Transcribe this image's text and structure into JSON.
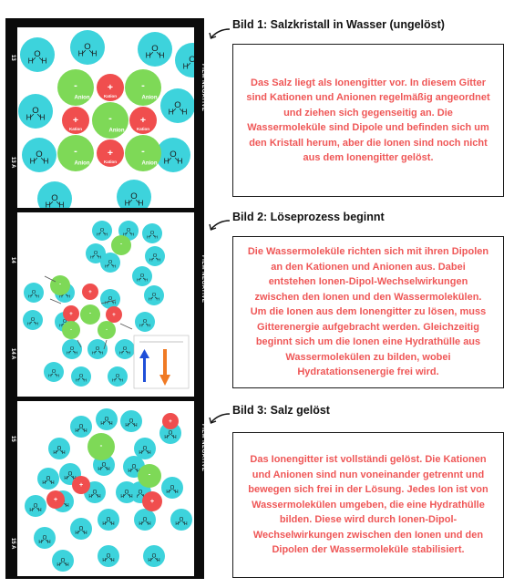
{
  "film": {
    "edge_text": "FILM NEGATIVE",
    "frame_numbers": [
      "13",
      "13 A",
      "14",
      "14 A",
      "15",
      "15 A"
    ]
  },
  "labels": {
    "kation": "Kation",
    "anion": "Anion",
    "plus": "+",
    "minus": "-",
    "water_h": "H",
    "water_o": "O"
  },
  "sections": [
    {
      "heading": "Bild 1: Salzkristall in Wasser (ungelöst)",
      "text": "Das Salz liegt als Ionengitter vor. In diesem Gitter sind Kationen und Anionen regelmäßig angeordnet und ziehen sich gegenseitig an. Die Wassermoleküle sind Dipole und befinden sich um den Kristall herum, aber die Ionen sind noch nicht aus dem Ionengitter gelöst."
    },
    {
      "heading": "Bild 2: Löseprozess beginnt",
      "text": "Die Wassermoleküle richten sich mit ihren Dipolen an den Kationen und Anionen aus. Dabei entstehen Ionen-Dipol-Wechselwirkungen zwischen den Ionen und den Wassermolekülen. Um die Ionen aus dem Ionengitter zu lösen, muss Gitterenergie aufgebracht werden. Gleichzeitig beginnt sich um die Ionen eine Hydrathülle aus Wassermolekülen zu bilden, wobei Hydratationsenergie frei wird."
    },
    {
      "heading": "Bild 3: Salz gelöst",
      "text": "Das Ionengitter ist vollständi gelöst. Die Kationen und Anionen sind nun voneinander getrennt und bewegen sich frei in der Lösung. Jedes Ion ist von Wassermolekülen umgeben, die eine Hydrathülle bilden. Diese wird durch Ionen-Dipol-Wechselwirkungen zwischen den Ionen und den Dipolen der Wassermoleküle stabilisiert."
    }
  ],
  "colors": {
    "water": "#3dd3dc",
    "anion": "#7ed957",
    "kation": "#f04e4e",
    "text": "#ef5757"
  },
  "energy_chart": {
    "up_arrow_color": "#1f4fd8",
    "down_arrow_color": "#f07a24"
  }
}
